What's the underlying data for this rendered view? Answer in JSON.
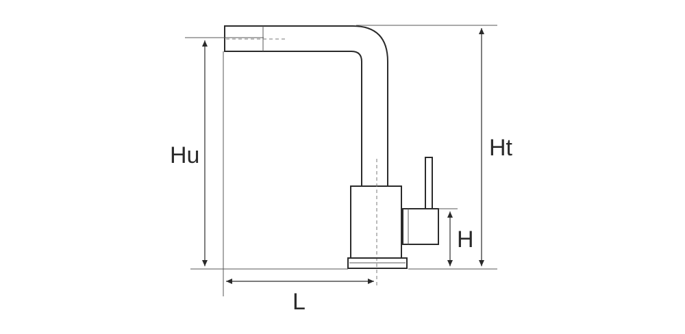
{
  "labels": {
    "hu": "Hu",
    "ht": "Ht",
    "h": "H",
    "l": "L"
  },
  "colors": {
    "stroke": "#2a2a2a",
    "background": "#ffffff"
  }
}
